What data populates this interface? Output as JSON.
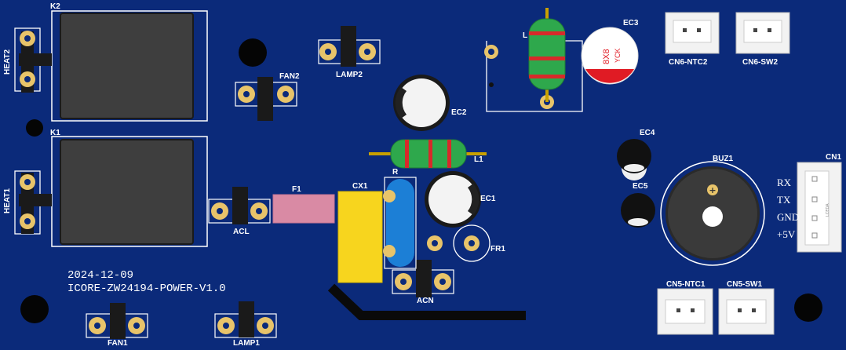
{
  "board": {
    "background_color": "#0b2a7a",
    "silkscreen_color": "#ffffff",
    "pad_color": "#e8c46a",
    "date_text": "2024-12-09",
    "board_name": "ICORE-ZW24194-POWER-V1.0"
  },
  "labels": {
    "k2": "K2",
    "k1": "K1",
    "heat2": "HEAT2",
    "heat1": "HEAT1",
    "fan2": "FAN2",
    "lamp2": "LAMP2",
    "acl": "ACL",
    "f1": "F1",
    "cx1": "CX1",
    "acn": "ACN",
    "fan1": "FAN1",
    "lamp1": "LAMP1",
    "l": "L",
    "ec3": "EC3",
    "ec2": "EC2",
    "ec1": "EC1",
    "ec4": "EC4",
    "ec5": "EC5",
    "l1": "L1",
    "r": "R",
    "fr1": "FR1",
    "buz1": "BUZ1",
    "cn1": "CN1",
    "cn6_ntc2": "CN6-NTC2",
    "cn6_sw2": "CN6-SW2",
    "cn5_ntc1": "CN5-NTC1",
    "cn5_sw1": "CN5-SW1",
    "ec3_cap_text1": "8X8",
    "ec3_cap_text2": "YCK",
    "cn1_small_text": "LCEDA"
  },
  "cn1_pins": [
    "RX",
    "TX",
    "GND",
    "+5V"
  ]
}
